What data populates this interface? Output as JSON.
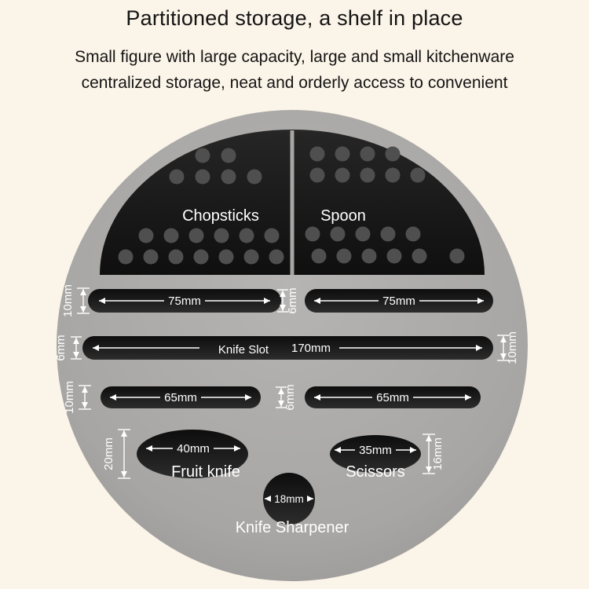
{
  "header": {
    "title": "Partitioned storage, a shelf in place",
    "subtitle_line1": "Small figure with large capacity, large and small kitchenware",
    "subtitle_line2": "centralized storage, neat and orderly access to convenient"
  },
  "labels": {
    "chopsticks": "Chopsticks",
    "spoon": "Spoon",
    "knife_slot": "Knife Slot",
    "fruit_knife": "Fruit knife",
    "scissors": "Scissors",
    "knife_sharpener": "Knife Sharpener"
  },
  "dims": {
    "row1_left_length": "75mm",
    "row1_right_length": "75mm",
    "row1_width": "10mm",
    "row1_gap": "6mm",
    "knife_slot_length": "170mm",
    "knife_slot_width_left": "6mm",
    "knife_slot_width_right": "10mm",
    "row3_left_length": "65mm",
    "row3_right_length": "65mm",
    "row3_width": "10mm",
    "row3_gap": "6mm",
    "fruit_knife_width": "40mm",
    "fruit_knife_height": "20mm",
    "scissors_width": "35mm",
    "scissors_height": "16mm",
    "sharpener_diameter": "18mm"
  },
  "colors": {
    "background": "#fbf4e8",
    "plate": "#a7a6a4",
    "well": "#141414",
    "slot": "#1d1d1d",
    "hole": "#4f4f4f",
    "label_text": "#ffffff",
    "title_text": "#141414"
  }
}
